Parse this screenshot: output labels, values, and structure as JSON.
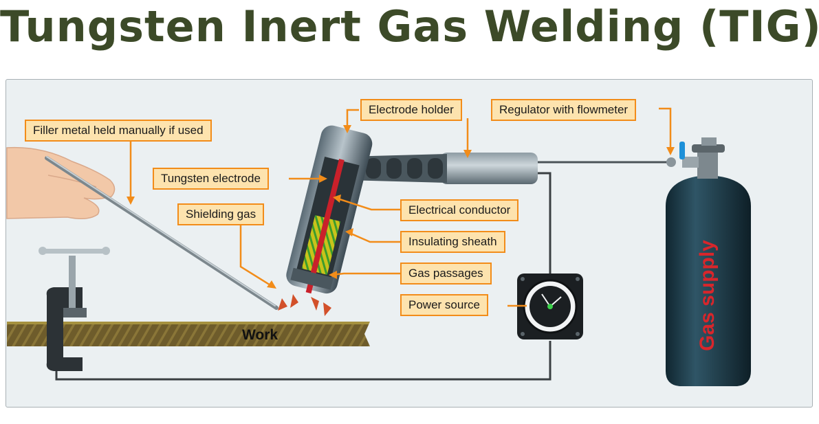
{
  "title": "Tungsten Inert Gas Welding (TIG)",
  "callouts": {
    "filler_metal": "Filler metal held manually if used",
    "electrode_holder": "Electrode holder",
    "regulator": "Regulator with flowmeter",
    "tungsten_electrode": "Tungsten electrode",
    "shielding_gas": "Shielding gas",
    "electrical_conductor": "Electrical conductor",
    "insulating_sheath": "Insulating sheath",
    "gas_passages": "Gas passages",
    "power_source": "Power source"
  },
  "labels": {
    "work": "Work",
    "gas_supply": "Gas supply"
  },
  "colors": {
    "title": "#3c4a28",
    "callout_fill": "#fde3ae",
    "callout_border": "#f28c19",
    "leader": "#f28c19",
    "cylinder": "#1f3b4a",
    "gas_supply_text": "#d8262b",
    "work": "#6b5a2c"
  }
}
